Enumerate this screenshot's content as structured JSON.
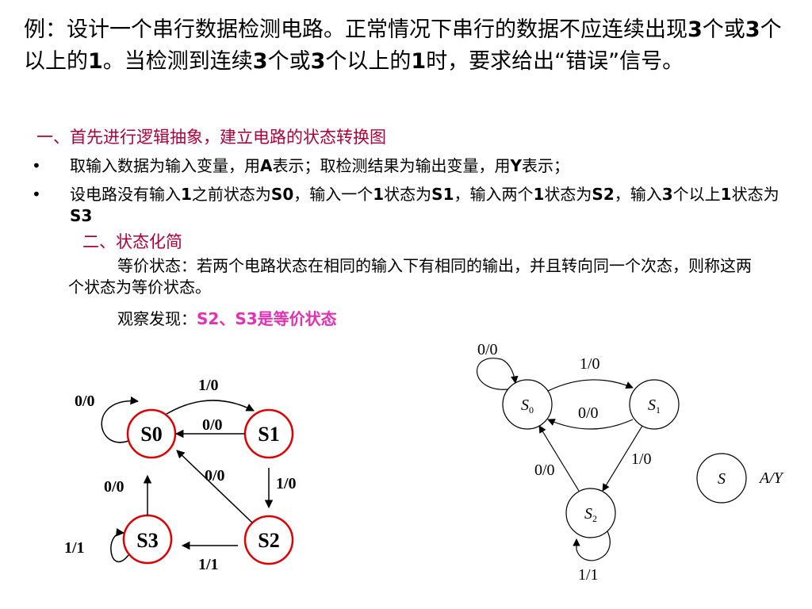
{
  "colors": {
    "section": "#b00038",
    "highlight": "#e52fb6",
    "state_circle_red": "#e00000"
  },
  "intro": {
    "p1": "例：设计一个串行数据检测电路。正常情况下串行的数据不应连续出现",
    "n1": "3",
    "p2": "个或",
    "n2": "3",
    "p3": "个以上的",
    "n3": "1",
    "p4": "。当检测到连续",
    "n4": "3",
    "p5": "个或",
    "n5": "3",
    "p6": "个以上的",
    "n6": "1",
    "p7": "时，要求给出“错误”信号。"
  },
  "section1": {
    "title": "一、首先进行逻辑抽象，建立电路的状态转换图"
  },
  "bullet_symbol": "•",
  "bullet1": {
    "t1": "取输入数据为输入变量，用",
    "b1": "A",
    "t2": "表示；取检测结果为输出变量，用",
    "b2": "Y",
    "t3": "表示；"
  },
  "bullet2": {
    "t1": "设电路没有输入",
    "b1": "1",
    "t2": "之前状态为",
    "b2": "S0",
    "t3": "，输入一个",
    "b3": "1",
    "t4": "状态为",
    "b4": "S1",
    "t5": "，输入两个",
    "b5": "1",
    "t6": "状态为",
    "b6": "S2",
    "t7": "，输入",
    "b7": "3",
    "t8": "个以上",
    "b8": "1",
    "t9": "状态为",
    "b9": "S3"
  },
  "section2": {
    "title": "二、状态化简"
  },
  "equivalence": {
    "definition": "等价状态：若两个电路状态在相同的输入下有相同的输出，并且转向同一个次态，则称这两个状态为等价状态。"
  },
  "observation": {
    "prefix": "观察发现：",
    "highlight": "S2、S3是等价状态"
  },
  "left_diagram": {
    "states": [
      "S0",
      "S1",
      "S2",
      "S3"
    ],
    "labels": {
      "s0_self": "0/0",
      "s0_s1": "1/0",
      "s1_s0": "0/0",
      "s2_s0": "0/0",
      "s1_s2": "1/0",
      "s3_s0": "0/0",
      "s2_s3": "1/1",
      "s3_self": "1/1"
    }
  },
  "right_diagram": {
    "state_letter": "S",
    "subscripts": [
      "0",
      "1",
      "2"
    ],
    "labels": {
      "s0_self": "0/0",
      "s0_s1": "1/0",
      "s1_s0": "0/0",
      "s1_s2": "1/0",
      "s2_s0": "0/0",
      "s2_self": "1/1"
    },
    "legend": {
      "state": "S",
      "output": "A/Y"
    }
  }
}
